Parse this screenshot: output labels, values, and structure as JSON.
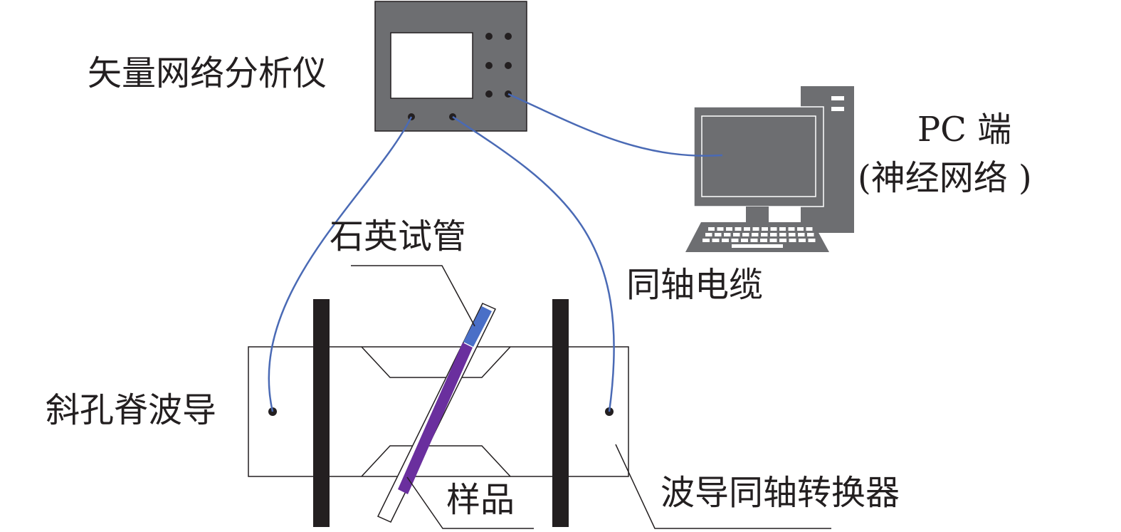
{
  "labels": {
    "vna": "矢量网络分析仪",
    "pc_line1": "PC 端",
    "pc_line2": "(神经网络 )",
    "quartz_tube": "石英试管",
    "coax_cable": "同轴电缆",
    "ridge_waveguide": "斜孔脊波导",
    "sample": "样品",
    "converter": "波导同轴转换器"
  },
  "colors": {
    "device_gray": "#6d6e71",
    "screen_white": "#ffffff",
    "cable_blue": "#4a6ab5",
    "sample_purple": "#6a2f9e",
    "tube_blue": "#4a6fc7",
    "flange_black": "#231f20",
    "line_black": "#231f20"
  }
}
